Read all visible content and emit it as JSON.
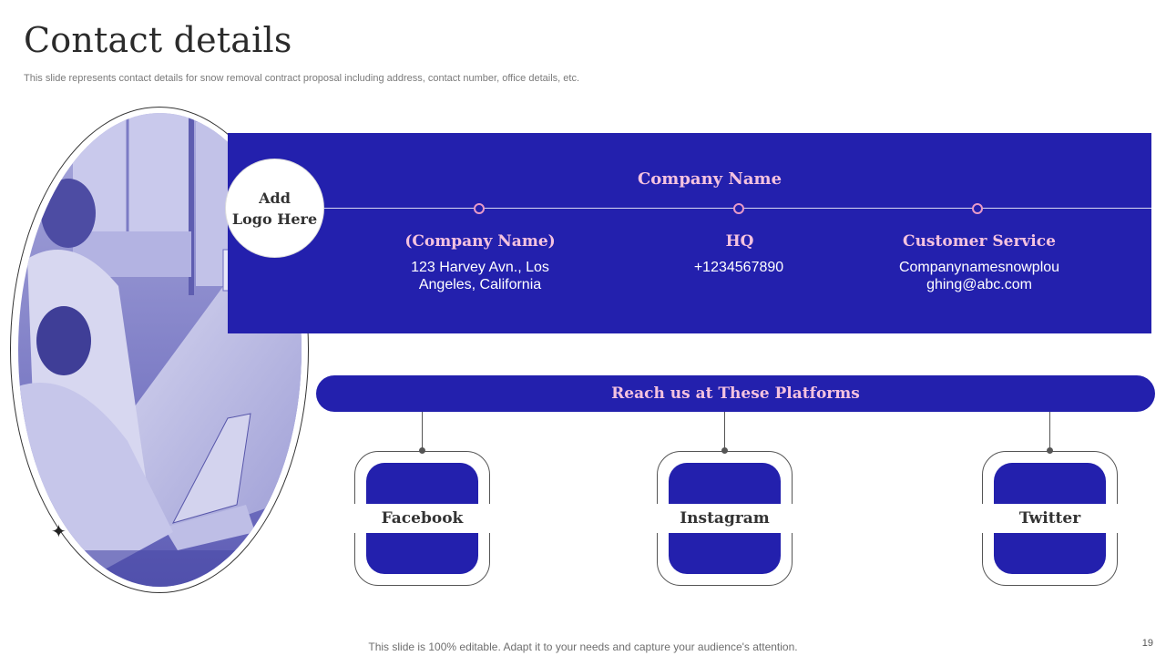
{
  "title": "Contact details",
  "subtitle": "This slide represents contact details for snow removal contract proposal including address, contact number, office details, etc.",
  "logo": {
    "line1": "Add",
    "line2": "Logo Here"
  },
  "banner": {
    "company_name": "Company Name",
    "columns": [
      {
        "heading": "(Company Name)",
        "body": "123 Harvey Avn., Los Angeles, California"
      },
      {
        "heading": "HQ",
        "body": "+1234567890"
      },
      {
        "heading": "Customer Service",
        "body": "Companynamesnowplou ghing@abc.com"
      }
    ]
  },
  "platforms": {
    "heading": "Reach us at These Platforms",
    "items": [
      {
        "label": "Facebook"
      },
      {
        "label": "Instagram"
      },
      {
        "label": "Twitter"
      }
    ]
  },
  "footer": "This slide is 100% editable. Adapt it to your needs and capture your audience's attention.",
  "page_number": "19",
  "colors": {
    "primary_blue": "#2320ad",
    "accent_pink": "#f4c2df",
    "white": "#ffffff"
  },
  "icons": {
    "decoration": "sparkle-star-icon"
  }
}
